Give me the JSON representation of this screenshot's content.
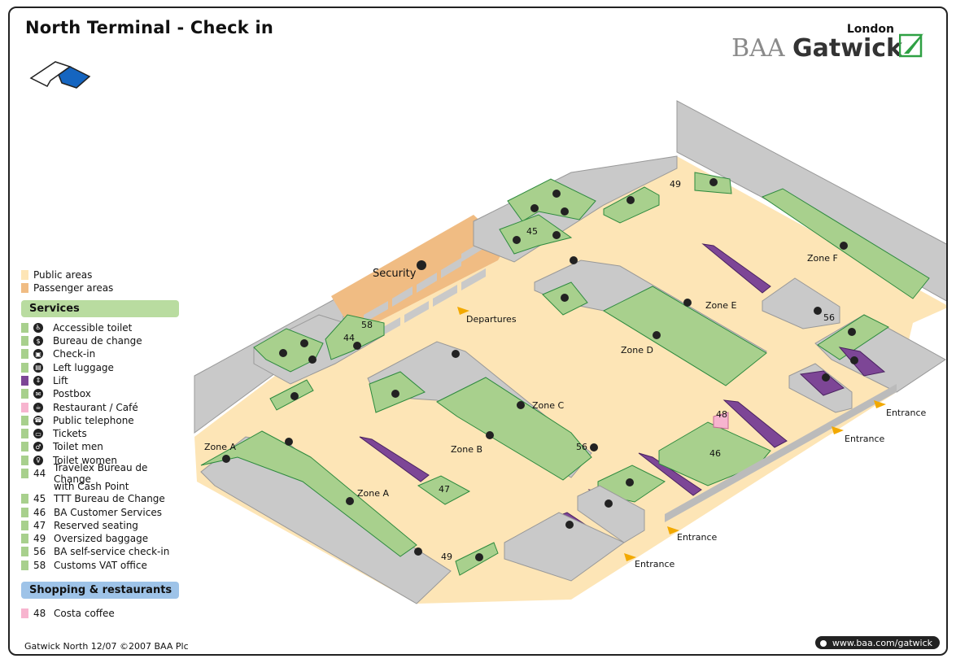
{
  "page": {
    "title": "North Terminal - Check in",
    "logo_city": "London",
    "logo_baa": "BAA",
    "logo_gatwick": "Gatwick",
    "footer": "Gatwick North 12/07 ©2007 BAA Plc",
    "url": "www.baa.com/gatwick"
  },
  "colors": {
    "public_area": "#fde5b6",
    "passenger_area": "#f0bc83",
    "services": "#a8d08d",
    "lift": "#7d4696",
    "restaurant": "#f7b4cf",
    "building": "#c9c9c9",
    "accent_green": "#2ea043",
    "arrow": "#f2a900"
  },
  "legend": {
    "areas": [
      {
        "label": "Public areas",
        "color": "#fde5b6"
      },
      {
        "label": "Passenger areas",
        "color": "#f0bc83"
      }
    ],
    "services_title": "Services",
    "services": [
      {
        "icon": "accessible-toilet-icon",
        "glyph": "♿",
        "label": "Accessible toilet",
        "color": "#a8d08d"
      },
      {
        "icon": "bureau-de-change-icon",
        "glyph": "$",
        "label": "Bureau de change",
        "color": "#a8d08d"
      },
      {
        "icon": "check-in-icon",
        "glyph": "▣",
        "label": "Check-in",
        "color": "#a8d08d"
      },
      {
        "icon": "left-luggage-icon",
        "glyph": "▤",
        "label": "Left luggage",
        "color": "#a8d08d"
      },
      {
        "icon": "lift-icon",
        "glyph": "⇕",
        "label": "Lift",
        "color": "#7d4696"
      },
      {
        "icon": "postbox-icon",
        "glyph": "✉",
        "label": "Postbox",
        "color": "#a8d08d"
      },
      {
        "icon": "restaurant-cafe-icon",
        "glyph": "☕",
        "label": "Restaurant / Café",
        "color": "#f7b4cf"
      },
      {
        "icon": "public-telephone-icon",
        "glyph": "☎",
        "label": "Public telephone",
        "color": "#a8d08d"
      },
      {
        "icon": "tickets-icon",
        "glyph": "▭",
        "label": "Tickets",
        "color": "#a8d08d"
      },
      {
        "icon": "toilet-men-icon",
        "glyph": "♂",
        "label": "Toilet men",
        "color": "#a8d08d"
      },
      {
        "icon": "toilet-women-icon",
        "glyph": "♀",
        "label": "Toilet women",
        "color": "#a8d08d"
      }
    ],
    "numbered": [
      {
        "num": "44",
        "label": "Travelex Bureau de Change",
        "sub": "with Cash Point"
      },
      {
        "num": "45",
        "label": "TTT Bureau de Change"
      },
      {
        "num": "46",
        "label": "BA Customer Services"
      },
      {
        "num": "47",
        "label": "Reserved seating"
      },
      {
        "num": "49",
        "label": "Oversized baggage"
      },
      {
        "num": "56",
        "label": "BA self-service check-in"
      },
      {
        "num": "58",
        "label": "Customs VAT office"
      }
    ],
    "shopping_title": "Shopping & restaurants",
    "shopping": [
      {
        "num": "48",
        "label": "Costa coffee",
        "color": "#f7b4cf"
      }
    ]
  },
  "map_labels": {
    "security": "Security",
    "departures": "Departures",
    "zone_a": "Zone A",
    "zone_b": "Zone B",
    "zone_c": "Zone C",
    "zone_d": "Zone D",
    "zone_e": "Zone E",
    "zone_f": "Zone F",
    "entrance": "Entrance",
    "n44": "44",
    "n45": "45",
    "n46": "46",
    "n47": "47",
    "n48": "48",
    "n49": "49",
    "n56": "56",
    "n58": "58"
  }
}
